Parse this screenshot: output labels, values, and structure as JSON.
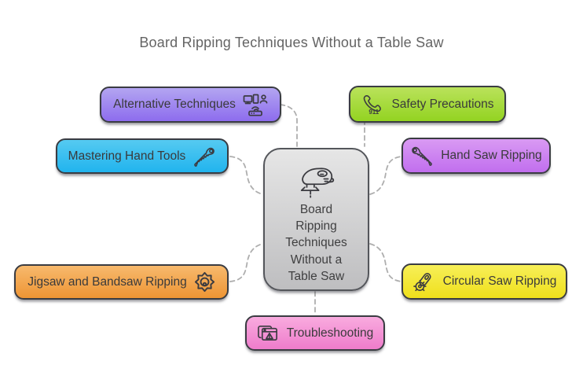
{
  "title": {
    "text": "Board Ripping Techniques Without a Table Saw",
    "color": "#646464"
  },
  "center_node": {
    "label": "Board Ripping Techniques Without a Table Saw",
    "icon": "jigsaw-tool-icon",
    "fill_top": "#e6e6e6",
    "fill_bottom": "#bebec0",
    "border_color": "#54565b"
  },
  "nodes": [
    {
      "id": "alternative-techniques",
      "label": "Alternative Techniques",
      "icon": "connected-devices-icon",
      "icon_side": "right",
      "fill_top": "#b3a5f1",
      "fill_bottom": "#8d6cee"
    },
    {
      "id": "safety-precautions",
      "label": "Safety Precautions",
      "icon": "emergency-call-911-icon",
      "icon_side": "left",
      "fill_top": "#bae25b",
      "fill_bottom": "#93d321"
    },
    {
      "id": "mastering-hand-tools",
      "label": "Mastering Hand Tools",
      "icon": "hand-saw-icon",
      "icon_side": "right",
      "fill_top": "#55caf1",
      "fill_bottom": "#21b4ee"
    },
    {
      "id": "hand-saw-ripping",
      "label": "Hand Saw Ripping",
      "icon": "hand-saw-icon",
      "icon_side": "left",
      "fill_top": "#d99af3",
      "fill_bottom": "#c16eee"
    },
    {
      "id": "jigsaw-and-bandsaw-ripping",
      "label": "Jigsaw and Bandsaw Ripping",
      "icon": "saw-blade-gear-icon",
      "icon_side": "right",
      "fill_top": "#f7b96d",
      "fill_bottom": "#ee9534"
    },
    {
      "id": "circular-saw-ripping",
      "label": "Circular Saw Ripping",
      "icon": "angle-grinder-icon",
      "icon_side": "left",
      "fill_top": "#f7ef58",
      "fill_bottom": "#efe01c"
    },
    {
      "id": "troubleshooting",
      "label": "Troubleshooting",
      "icon": "warning-window-icon",
      "icon_side": "left",
      "fill_top": "#f9abdf",
      "fill_bottom": "#ee7ccb"
    }
  ],
  "icons": {
    "emergency_call_label": "911"
  },
  "style": {
    "connector_color": "#aeaeae",
    "connector_style": "dashed",
    "node_border_color": "#3a3c42",
    "node_text_color": "#3a3a3b",
    "background": "#ffffff"
  }
}
